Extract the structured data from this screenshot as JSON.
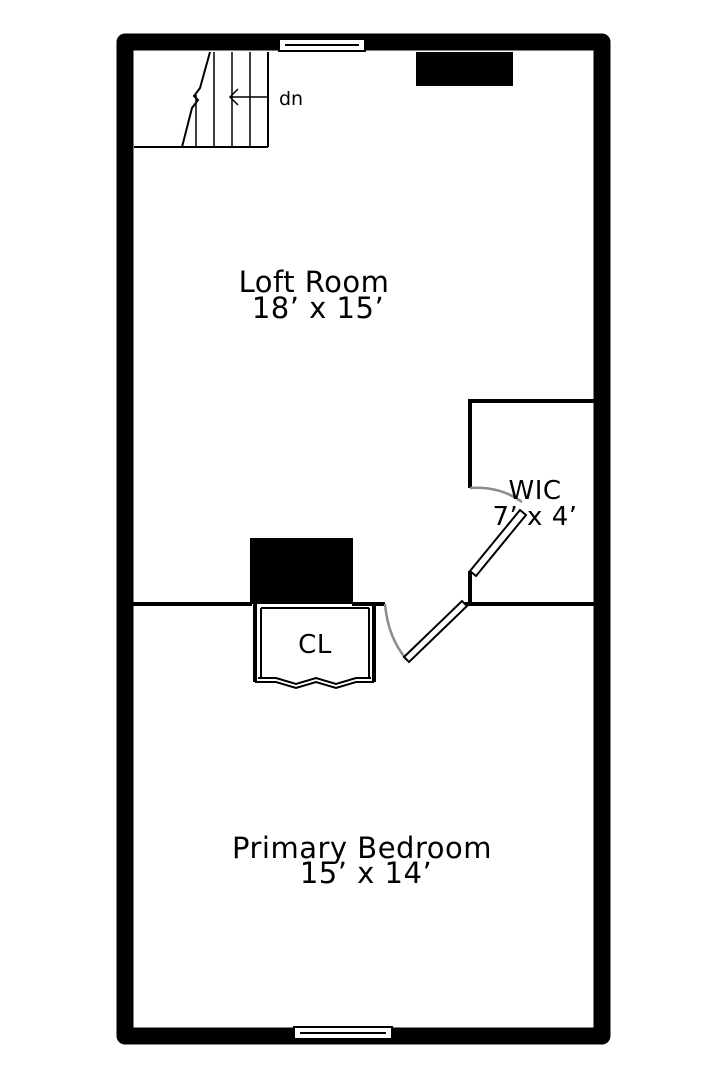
{
  "floorplan": {
    "colors": {
      "wall": "#000000",
      "background": "#ffffff",
      "door_swing": "#8c8c8c"
    },
    "rooms": {
      "loft": {
        "name": "Loft Room",
        "size": "18’ x 15’"
      },
      "wic": {
        "name": "WIC",
        "size": "7’ x 4’"
      },
      "closet": {
        "name": "CL"
      },
      "primary": {
        "name": "Primary Bedroom",
        "size": "15’ x 14’"
      }
    },
    "stairs": {
      "label": "dn"
    },
    "icons": [
      "stairs-icon",
      "window-icon",
      "door-icon",
      "bifold-door-icon",
      "fireplace-icon"
    ]
  }
}
